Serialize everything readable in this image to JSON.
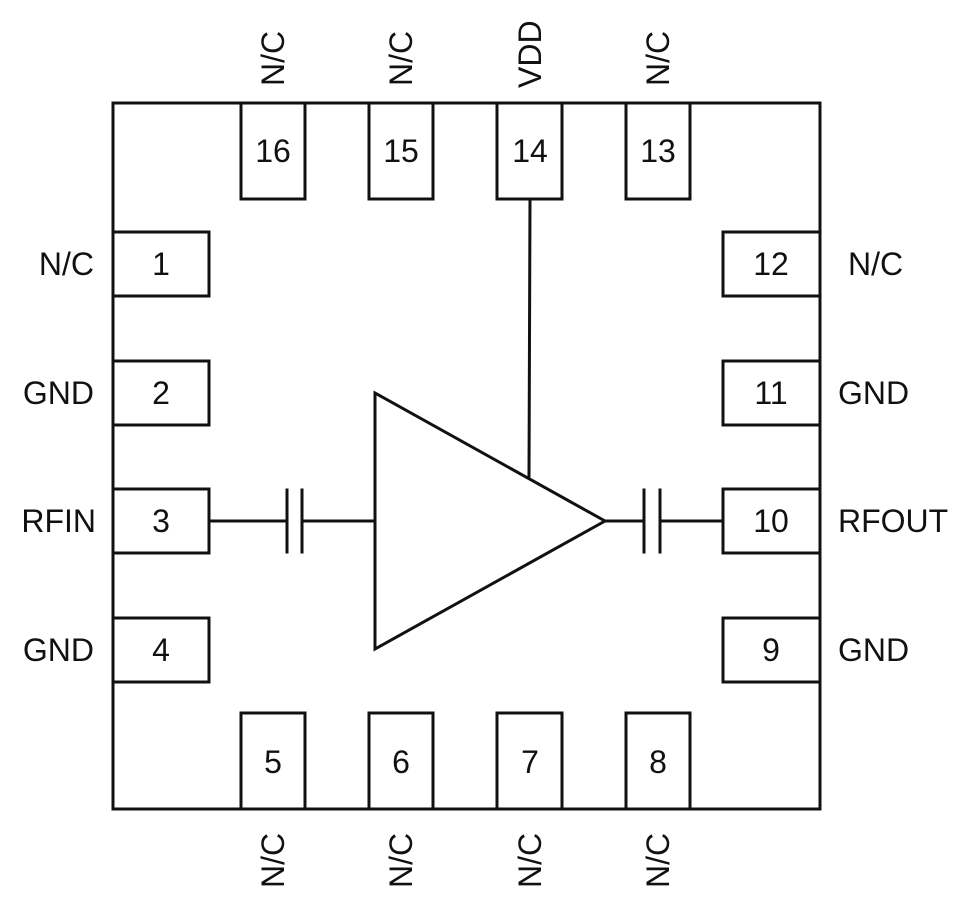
{
  "diagram": {
    "type": "ic-pinout",
    "package": "QFN-16",
    "colors": {
      "stroke": "#111111",
      "background": "#ffffff"
    },
    "pins": {
      "left": [
        {
          "number": "1",
          "name": "N/C"
        },
        {
          "number": "2",
          "name": "GND"
        },
        {
          "number": "3",
          "name": "RFIN"
        },
        {
          "number": "4",
          "name": "GND"
        }
      ],
      "bottom": [
        {
          "number": "5",
          "name": "N/C"
        },
        {
          "number": "6",
          "name": "N/C"
        },
        {
          "number": "7",
          "name": "N/C"
        },
        {
          "number": "8",
          "name": "N/C"
        }
      ],
      "right": [
        {
          "number": "12",
          "name": "N/C"
        },
        {
          "number": "11",
          "name": "GND"
        },
        {
          "number": "10",
          "name": "RFOUT"
        },
        {
          "number": "9",
          "name": "GND"
        }
      ],
      "top": [
        {
          "number": "16",
          "name": "N/C"
        },
        {
          "number": "15",
          "name": "N/C"
        },
        {
          "number": "14",
          "name": "VDD"
        },
        {
          "number": "13",
          "name": "N/C"
        }
      ]
    },
    "internal": {
      "amplifier": "amplifier-triangle",
      "input_coupling": "capacitor",
      "output_coupling": "capacitor",
      "supply_pin": "14"
    }
  }
}
